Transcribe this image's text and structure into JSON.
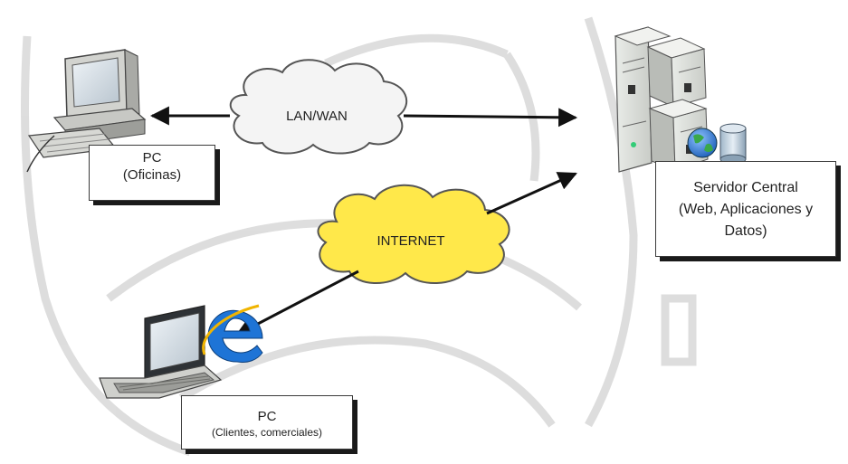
{
  "diagram": {
    "clouds": {
      "lan_label": "LAN/WAN",
      "internet_label": "INTERNET"
    },
    "nodes": {
      "pc_office": {
        "title": "PC",
        "subtitle": "(Oficinas)"
      },
      "server": {
        "line1": "Servidor Central",
        "line2": "(Web, Aplicaciones y",
        "line3": "Datos)"
      },
      "pc_client": {
        "title": "PC",
        "subtitle": "(Clientes, comerciales)"
      }
    }
  },
  "colors": {
    "background": "#ffffff",
    "lan_cloud_fill": "#f4f4f4",
    "internet_cloud_fill": "#ffe84a",
    "cloud_stroke": "#555555",
    "arrow": "#111111",
    "label_border": "#3a3a3a",
    "watermark": "#d8d8d8"
  },
  "icons": [
    "desktop-computer-icon",
    "server-rack-icon",
    "globe-icon",
    "database-icon",
    "laptop-icon",
    "internet-explorer-icon"
  ]
}
